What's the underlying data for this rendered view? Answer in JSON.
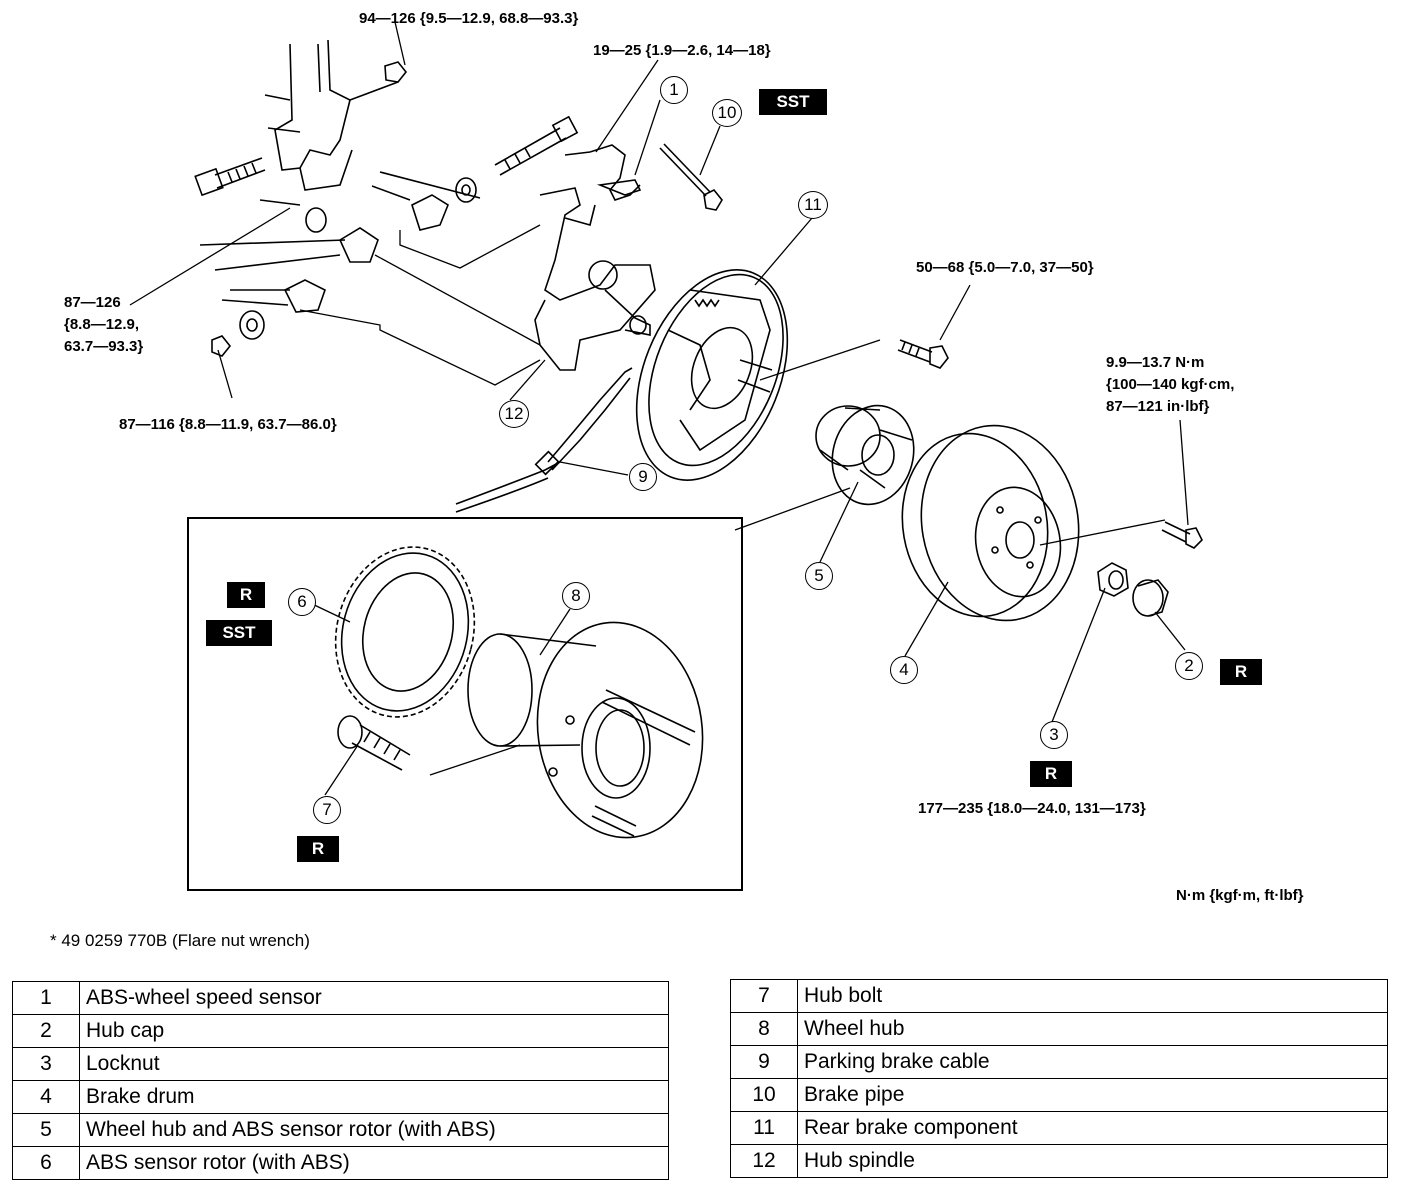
{
  "torque_specs": {
    "t1": "94—126 {9.5—12.9, 68.8—93.3}",
    "t2": "19—25 {1.9—2.6, 14—18}",
    "t3": "50—68 {5.0—7.0, 37—50}",
    "t4_l1": "87—126",
    "t4_l2": "{8.8—12.9,",
    "t4_l3": "63.7—93.3}",
    "t5": "87—116 {8.8—11.9, 63.7—86.0}",
    "t6_l1": "9.9—13.7 N·m",
    "t6_l2": "{100—140 kgf·cm,",
    "t6_l3": "87—121 in·lbf}",
    "t7": "177—235 {18.0—24.0, 131—173}"
  },
  "units": "N·m {kgf·m, ft·lbf}",
  "footnote": "* 49 0259 770B (Flare nut wrench)",
  "badges": {
    "sst": "SST",
    "r": "R"
  },
  "callouts": [
    "1",
    "2",
    "3",
    "4",
    "5",
    "6",
    "7",
    "8",
    "9",
    "10",
    "11",
    "12"
  ],
  "legend_left": [
    {
      "num": "1",
      "label": "ABS-wheel speed sensor"
    },
    {
      "num": "2",
      "label": "Hub cap"
    },
    {
      "num": "3",
      "label": "Locknut"
    },
    {
      "num": "4",
      "label": "Brake drum"
    },
    {
      "num": "5",
      "label": "Wheel hub and ABS sensor rotor (with ABS)"
    },
    {
      "num": "6",
      "label": "ABS sensor rotor (with ABS)"
    }
  ],
  "legend_right": [
    {
      "num": "7",
      "label": "Hub bolt"
    },
    {
      "num": "8",
      "label": "Wheel hub"
    },
    {
      "num": "9",
      "label": "Parking brake cable"
    },
    {
      "num": "10",
      "label": "Brake pipe"
    },
    {
      "num": "11",
      "label": "Rear brake component"
    },
    {
      "num": "12",
      "label": "Hub spindle"
    }
  ]
}
